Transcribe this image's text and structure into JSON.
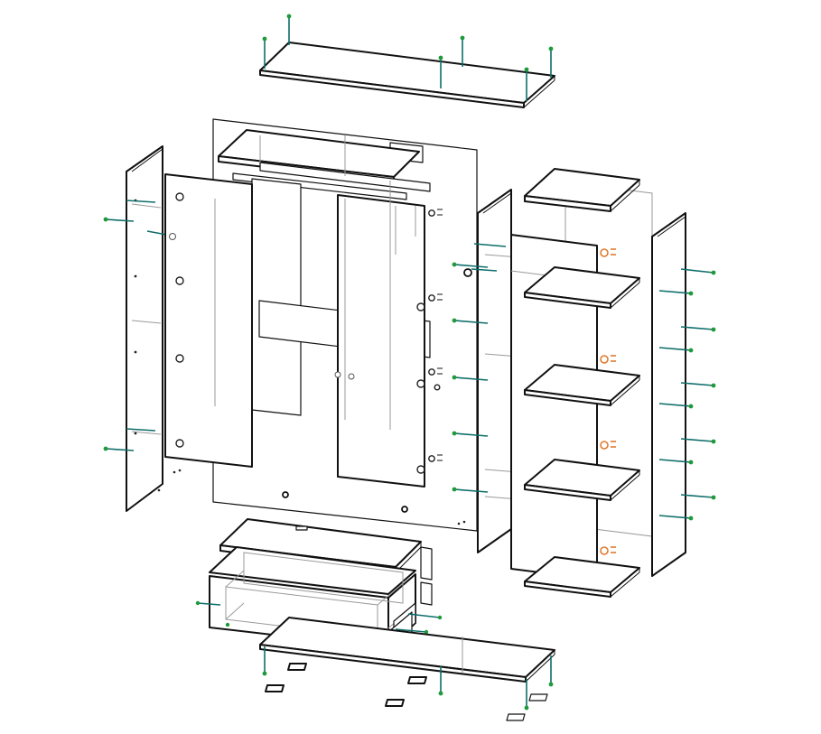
{
  "diagram": {
    "kind": "exploded-assembly-view",
    "subject": "wardrobe-cabinet",
    "colors": {
      "line": "#111111",
      "hidden_line": "#9a9a9a",
      "dowel": "#0e6e6a",
      "dowel_tip": "#1d9a3a",
      "cam_fitting": "#e07a2e",
      "background": "#ffffff"
    },
    "parts": [
      "top-panel",
      "left-side-panel",
      "left-door",
      "back-panel",
      "upper-inner-shelf",
      "right-door",
      "middle-partition",
      "shelf-unit-top",
      "shelf-unit-left-side",
      "shelf-unit-back",
      "shelf-unit-shelves",
      "shelf-unit-right-side",
      "shelf-unit-bottom",
      "drawer",
      "drawer-top",
      "plinth",
      "feet"
    ]
  }
}
